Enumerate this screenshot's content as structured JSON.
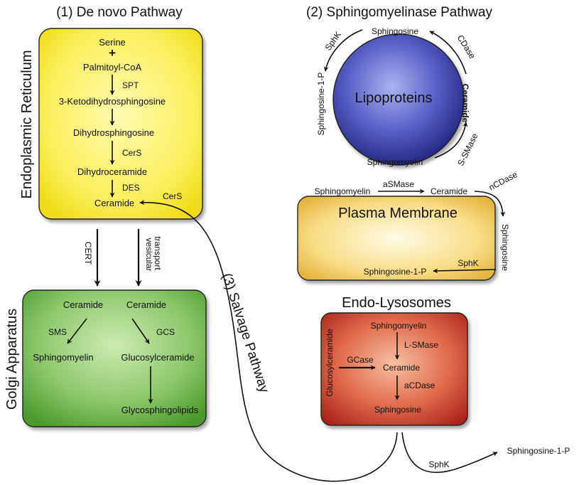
{
  "headings": {
    "denovo": "(1) De novo Pathway",
    "sm_pathway": "(2) Sphingomyelinase Pathway",
    "salvage": "(3) Salvage Pathway"
  },
  "er": {
    "label": "Endoplasmic Reticulum",
    "serine": "Serine",
    "plus": "+",
    "palmitoyl": "Palmitoyl-CoA",
    "spt": "SPT",
    "keto": "3-Ketodihydrosphingosine",
    "dihydrosph": "Dihydrosphingosine",
    "cers1": "CerS",
    "dihydrocer": "Dihydroceramide",
    "des": "DES",
    "ceramide": "Ceramide",
    "cers2": "CerS"
  },
  "transport": {
    "cert": "CERT",
    "vesicular1": "vesicular",
    "vesicular2": "transport"
  },
  "golgi": {
    "label": "Golgi Apparatus",
    "ceramide_left": "Ceramide",
    "ceramide_right": "Ceramide",
    "sms": "SMS",
    "gcs": "GCS",
    "sphingomyelin": "Sphingomyelin",
    "glucosylceramide": "Glucosylceramide",
    "glycosphingolipids": "Glycosphingolipids"
  },
  "lipoproteins": {
    "label": "Lipoproteins",
    "sphingosine": "Sphingosine",
    "cdase": "CDase",
    "ceramide": "Ceramide",
    "ssmase": "S-SMase",
    "sphingomyelin": "Sphingomyelin",
    "s1p": "Sphingosine-1-P",
    "sphk": "SphK"
  },
  "plasma": {
    "label": "Plasma Membrane",
    "sphingomyelin": "Sphingomyelin",
    "asmase": "aSMase",
    "ceramide": "Ceramide",
    "ncdase": "nCDase",
    "sphingosine": "Sphingosine",
    "sphk": "SphK",
    "s1p": "Sphingosine-1-P"
  },
  "lysosome": {
    "label": "Endo-Lysosomes",
    "glucosylceramide": "Glucosylceramide",
    "sphingomyelin": "Sphingomyelin",
    "lsmase": "L-SMase",
    "gcase": "GCase",
    "ceramide": "Ceramide",
    "acdase": "aCDase",
    "sphingosine": "Sphingosine"
  },
  "export": {
    "sphk": "SphK",
    "s1p": "Sphingosine-1-P"
  },
  "colors": {
    "er_center": "#fffbb0",
    "er_edge": "#f2e21c",
    "golgi_center": "#bfe3a0",
    "golgi_edge": "#4c9a2c",
    "lipo_center": "#9aa4ec",
    "lipo_edge": "#2a2d8c",
    "pm_center": "#fff8d8",
    "pm_edge": "#e6b43a",
    "lyso_center": "#f0a88a",
    "lyso_edge": "#b8281a"
  }
}
